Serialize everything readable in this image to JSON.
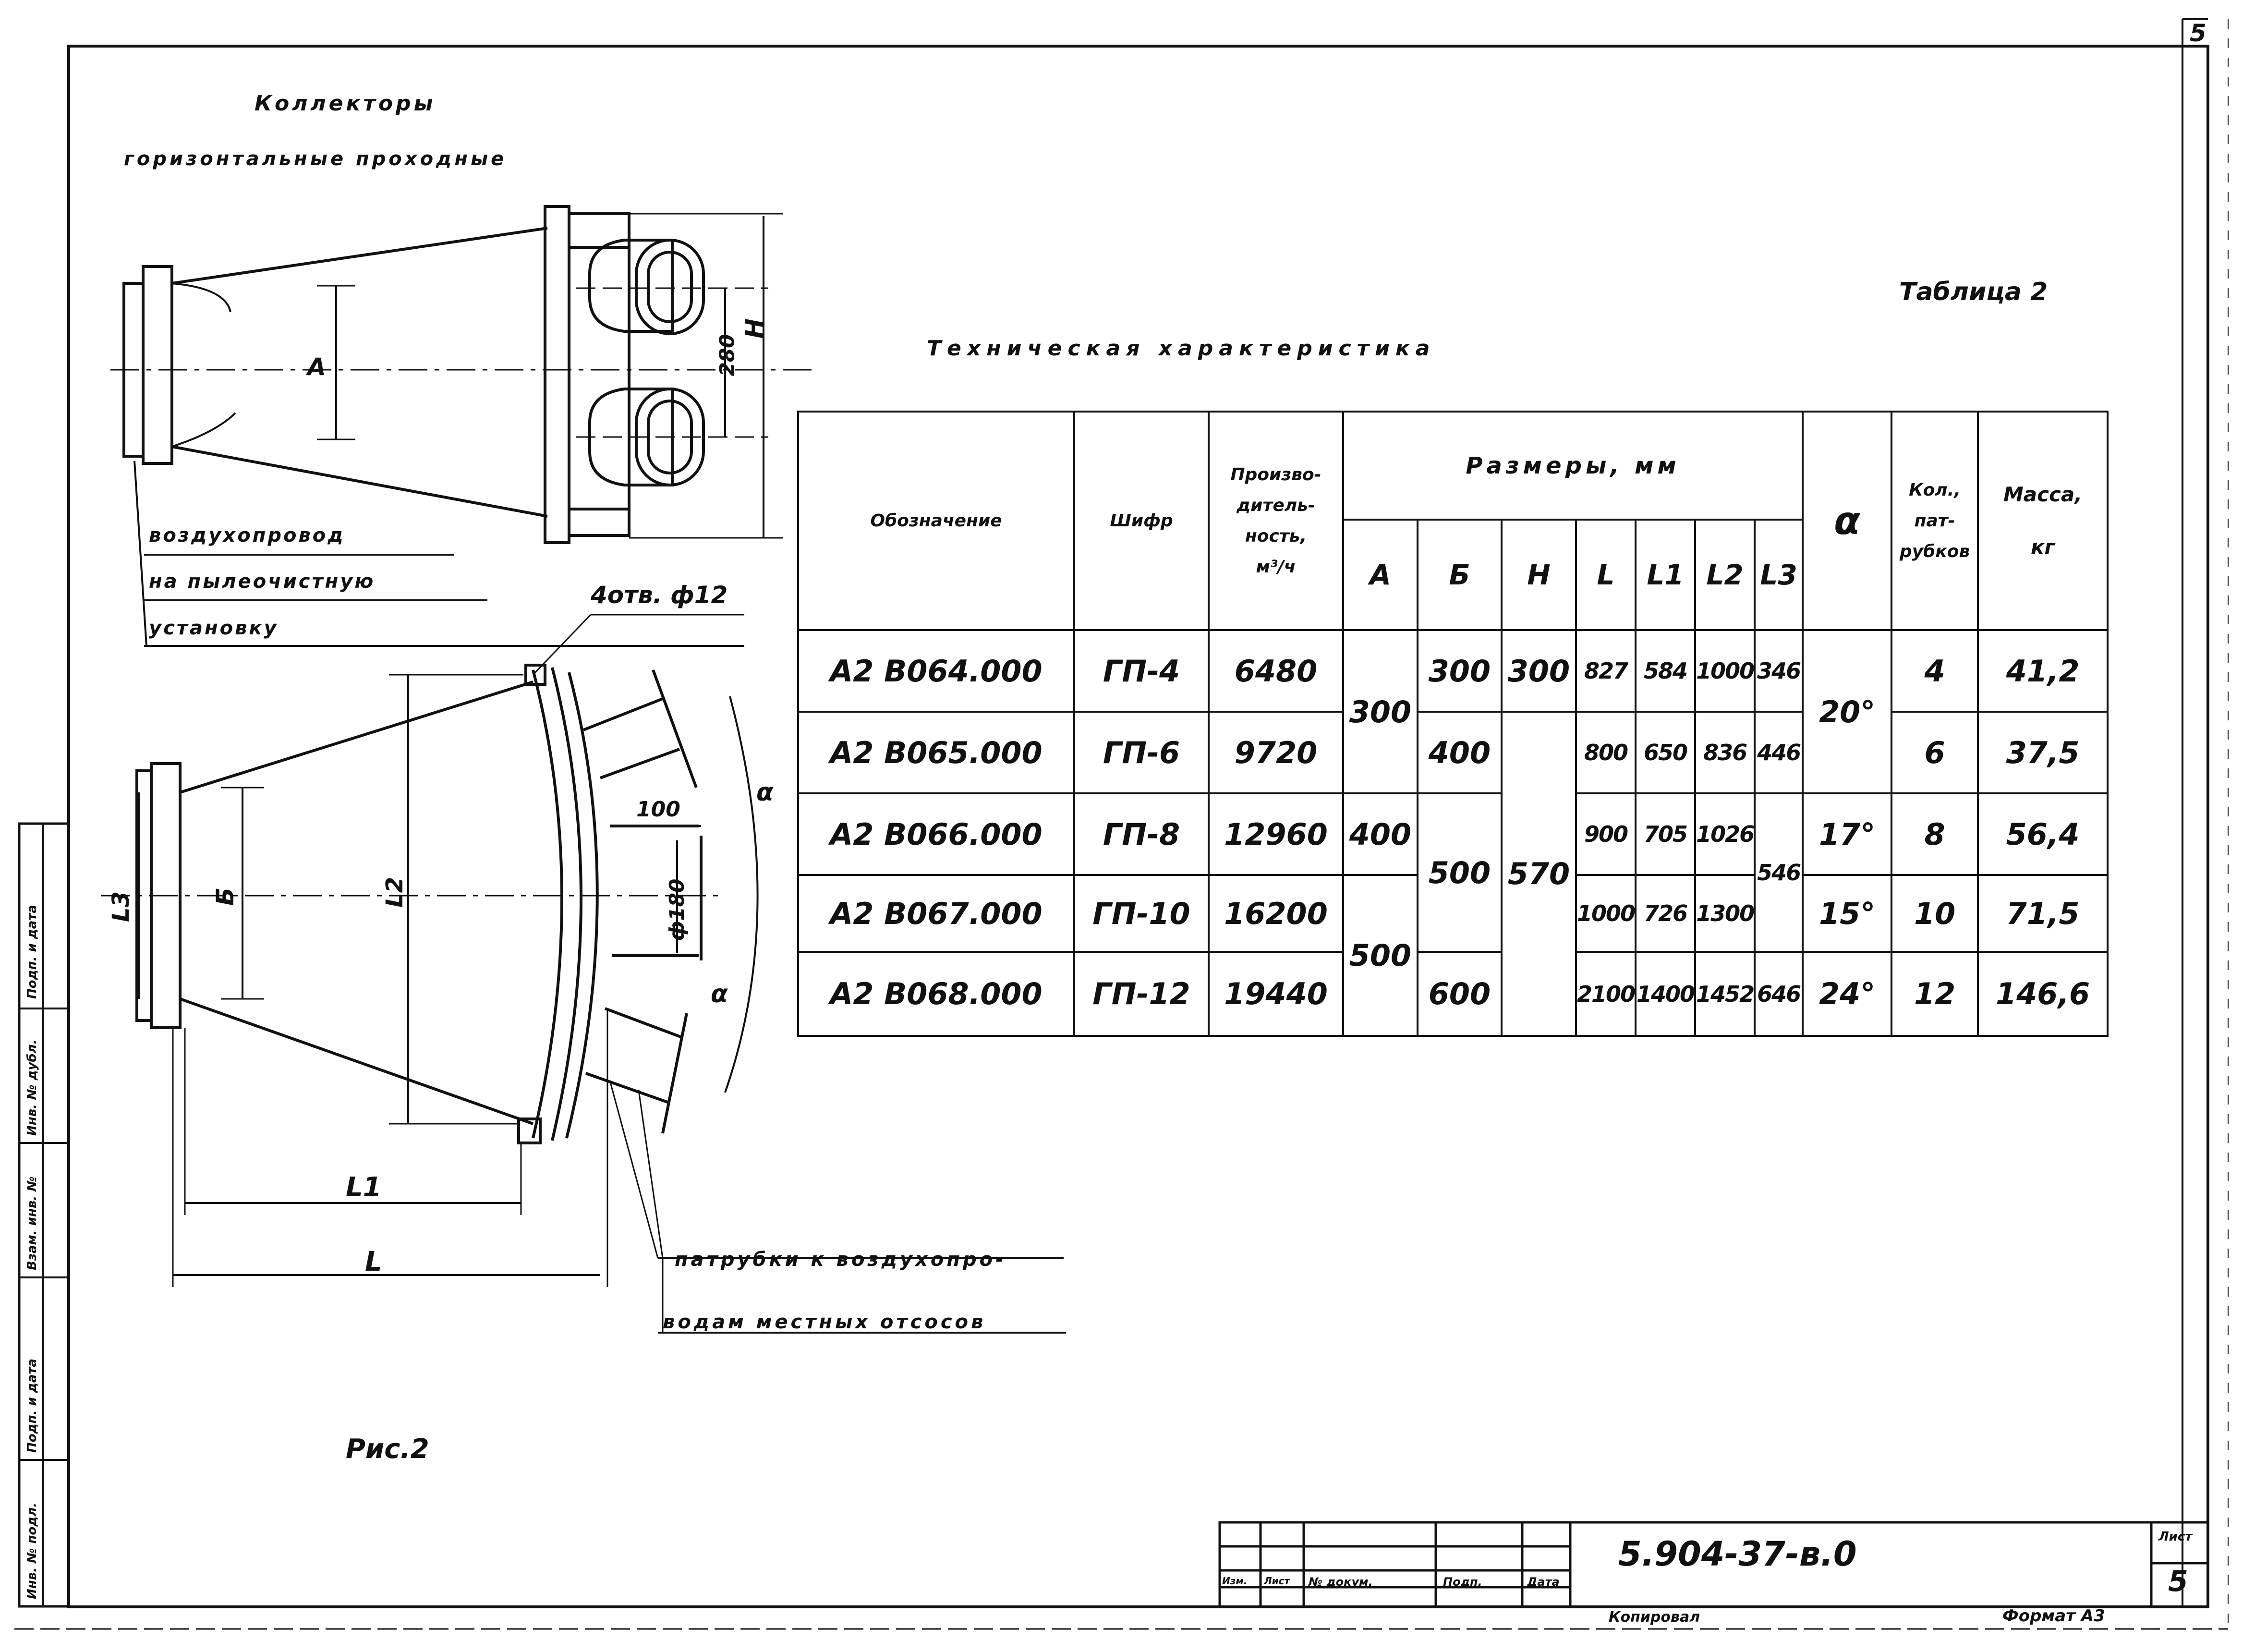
{
  "header": {
    "title_line1": "Коллекторы",
    "title_line2": "горизонтальные проходные",
    "table_caption": "Таблица 2",
    "table_title": "Техническая характеристика"
  },
  "drawing_labels": {
    "air_duct_1": "воздухопровод",
    "air_duct_2": "на пылеочистную",
    "air_duct_3": "установку",
    "holes": "4отв. ф12",
    "dim_a": "А",
    "dim_h": "Н",
    "dim_280": "280",
    "dim_100": "100",
    "dim_phi180": "ф180",
    "dim_l2": "L2",
    "dim_l3": "L3",
    "dim_b": "Б",
    "dim_l1": "L1",
    "dim_l": "L",
    "dim_alpha1": "α",
    "dim_alpha2": "α",
    "nozzles_1": "патрубки к воздухопро-",
    "nozzles_2": "водам местных отсосов",
    "figure": "Рис.2"
  },
  "table": {
    "headers": {
      "designation": "Обозначение",
      "cabinet": "Шифр",
      "capacity_1": "Произво-",
      "capacity_2": "дитель-",
      "capacity_3": "ность,",
      "capacity_4": "м³/ч",
      "sizes": "Размеры, мм",
      "a": "А",
      "b": "Б",
      "h": "Н",
      "l": "L",
      "l1": "L1",
      "l2": "L2",
      "l3": "L3",
      "alpha": "α",
      "count_1": "Кол.,",
      "count_2": "пат-",
      "count_3": "рубков",
      "mass_1": "Масса,",
      "mass_2": "кг"
    },
    "rows": [
      {
        "designation": "А2 В064.000",
        "cabinet": "ГП-4",
        "capacity": "6480",
        "a": "300",
        "b": "300",
        "h": "300",
        "l": "827",
        "l1": "584",
        "l2": "1000",
        "l3": "346",
        "alpha": "20°",
        "count": "4",
        "mass": "41,2"
      },
      {
        "designation": "А2 В065.000",
        "cabinet": "ГП-6",
        "capacity": "9720",
        "b": "400",
        "l": "800",
        "l1": "650",
        "l2": "836",
        "l3": "446",
        "count": "6",
        "mass": "37,5"
      },
      {
        "designation": "А2 В066.000",
        "cabinet": "ГП-8",
        "capacity": "12960",
        "a": "400",
        "b": "500",
        "h": "570",
        "l": "900",
        "l1": "705",
        "l2": "1026",
        "l3": "546",
        "alpha": "17°",
        "count": "8",
        "mass": "56,4"
      },
      {
        "designation": "А2 В067.000",
        "cabinet": "ГП-10",
        "capacity": "16200",
        "a": "500",
        "l": "1000",
        "l1": "726",
        "l2": "1300",
        "alpha": "15°",
        "count": "10",
        "mass": "71,5"
      },
      {
        "designation": "А2 В068.000",
        "cabinet": "ГП-12",
        "capacity": "19440",
        "b": "600",
        "l": "2100",
        "l1": "1400",
        "l2": "1452",
        "l3": "646",
        "alpha": "24°",
        "count": "12",
        "mass": "146,6"
      }
    ]
  },
  "side_stamp": {
    "inv_orig": "Инв. № подл.",
    "sign_date_1": "Подп. и дата",
    "replace_inv": "Взам. инв. №",
    "inv_dup": "Инв. № дубл.",
    "sign_date_2": "Подп. и дата"
  },
  "title_block": {
    "doc_number": "5.904-37-в.0",
    "col_izm": "Изм.",
    "col_list": "Лист",
    "col_doc": "№ докум.",
    "col_sign": "Подп.",
    "col_date": "Дата",
    "sheet_label": "Лист",
    "sheet_number": "5",
    "copied": "Копировал",
    "format": "Формат А3",
    "corner_number": "5"
  }
}
